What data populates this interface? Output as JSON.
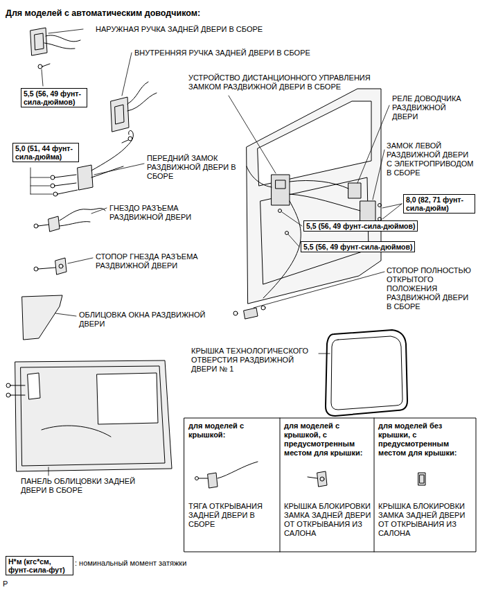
{
  "diagram": {
    "title": "Для моделей с автоматическим доводчиком:",
    "nodes": [
      {
        "text": [
          "5,5 (56, 49 фунт-сила-дюймов)"
        ]
      },
      {
        "text": [
          "5,0 (51, 44 фунт-сила-дюйма)"
        ]
      },
      {
        "text": [
          "8,0 (82, 71 фунт-сила-дюйм)"
        ]
      },
      {
        "text": [
          "5,5 (56, 49 фунт-сила-дюймов)"
        ]
      },
      {
        "text": [
          "5,5 (56, 49 фунт-сила-дюймов)"
        ]
      },
      {
        "text": [
          "Н*м (кгс*см, фунт-сила-фут)"
        ]
      }
    ],
    "labels": [
      "НАРУЖНАЯ РУЧКА ЗАДНЕЙ ДВЕРИ В СБОРЕ",
      "ВНУТРЕННЯЯ РУЧКА ЗАДНЕЙ ДВЕРИ В СБОРЕ",
      "УСТРОЙСТВО ДИСТАНЦИОННОГО УПРАВЛЕНИЯ ЗАМКОМ РАЗДВИЖНОЙ ДВЕРИ В СБОРЕ",
      "РЕЛЕ ДОВОДЧИКА РАЗДВИЖНОЙ ДВЕРИ",
      "ЗАМОК ЛЕВОЙ РАЗДВИЖНОЙ ДВЕРИ С ЭЛЕКТРОПРИВОДОМ В СБОРЕ",
      "ПЕРЕДНИЙ ЗАМОК РАЗДВИЖНОЙ ДВЕРИ В СБОРЕ",
      "ГНЕЗДО РАЗЪЕМА РАЗДВИЖНОЙ ДВЕРИ",
      "СТОПОР ГНЕЗДА РАЗЪЕМА РАЗДВИЖНОЙ ДВЕРИ",
      "СТОПОР ПОЛНОСТЬЮ ОТКРЫТОГО ПОЛОЖЕНИЯ РАЗДВИЖНОЙ ДВЕРИ В СБОРЕ",
      "ОБЛИЦОВКА ОКНА РАЗДВИЖНОЙ ДВЕРИ",
      "КРЫШКА ТЕХНОЛОГИЧЕСКОГО ОТВЕРСТИЯ РАЗДВИЖНОЙ ДВЕРИ № 1",
      "ПАНЕЛЬ ОБЛИЦОВКИ ЗАДНЕЙ ДВЕРИ В СБОРЕ",
      "для моделей с крышкой:",
      "для моделей с крышкой, с предусмотренным местом для крышки:",
      "для моделей без крышки, с предусмотренным местом для крышки:",
      "ТЯГА ОТКРЫВАНИЯ ЗАДНЕЙ ДВЕРИ В СБОРЕ",
      "КРЫШКА БЛОКИРОВКИ ЗАМКА ЗАДНЕЙ ДВЕРИ ОТ ОТКРЫВАНИЯ ИЗ САЛОНА",
      "КРЫШКА БЛОКИРОВКИ ЗАМКА ЗАДНЕЙ ДВЕРИ ОТ ОТКРЫВАНИЯ ИЗ САЛОНА",
      "P"
    ],
    "legend": [
      {
        "text": ": номинальный момент затяжки"
      }
    ]
  }
}
